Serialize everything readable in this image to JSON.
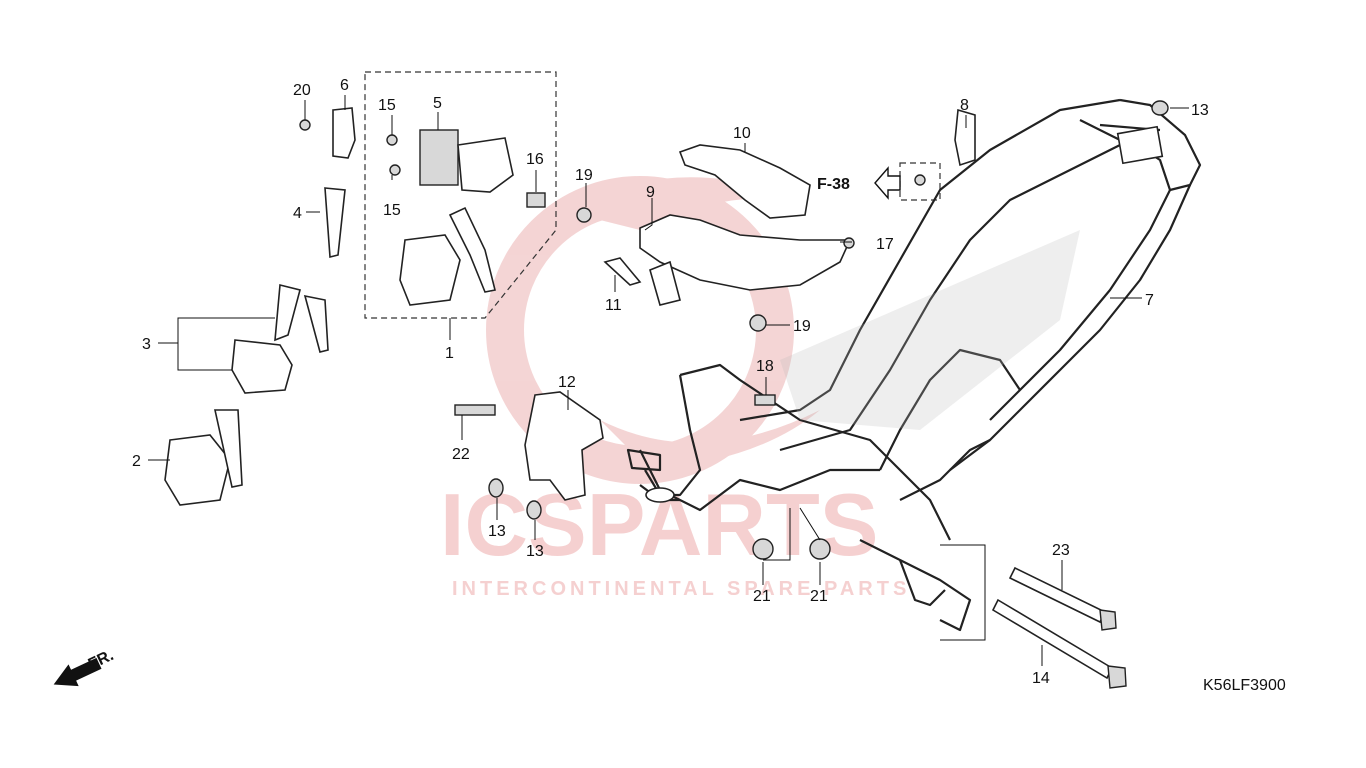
{
  "watermark": {
    "brand": "ICSPARTS",
    "tagline": "INTERCONTINENTAL SPARE PARTS",
    "color": "#f2c9c9"
  },
  "diagram_code": "K56LF3900",
  "direction_label": "FR.",
  "reference_label": "F-38",
  "part_labels": {
    "p1": "1",
    "p2": "2",
    "p3": "3",
    "p4": "4",
    "p5": "5",
    "p6": "6",
    "p7": "7",
    "p8": "8",
    "p9": "9",
    "p10": "10",
    "p11": "11",
    "p12": "12",
    "p13a": "13",
    "p13b": "13",
    "p13c": "13",
    "p14": "14",
    "p15a": "15",
    "p15b": "15",
    "p16": "16",
    "p17": "17",
    "p18": "18",
    "p19a": "19",
    "p19b": "19",
    "p20": "20",
    "p21a": "21",
    "p21b": "21",
    "p22": "22",
    "p23": "23"
  }
}
